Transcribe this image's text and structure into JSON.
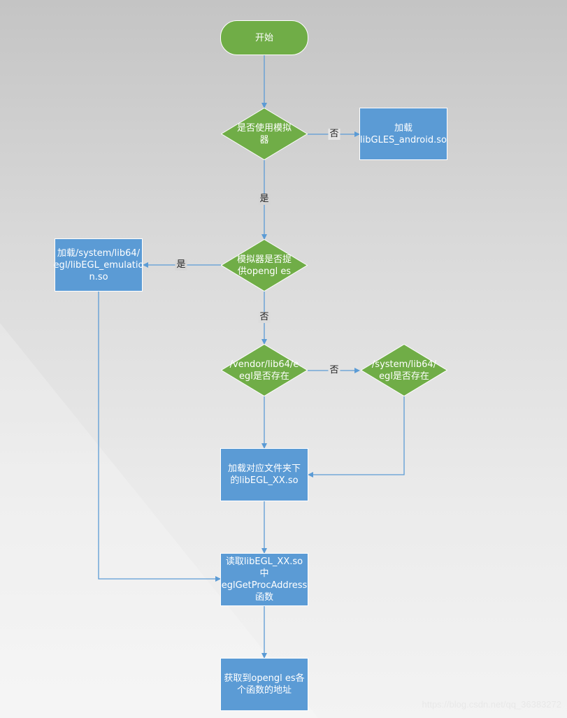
{
  "nodes": {
    "start": "开始",
    "q_emulator": "是否使用模拟\n器",
    "load_gles_android": "加载\nlibGLES_android.so",
    "q_emulator_provides_gles": "模拟器是否提\n供opengl es",
    "load_egl_emulation": "加载/system/lib64/\negl/libEGL_emulatio\nn.so",
    "q_vendor_egl_exists": "/vendor/lib64/e\negl是否存在",
    "q_system_egl_exists": "/system/lib64/\negl是否存在",
    "load_folder_egl": "加载对应文件夹下\n的libEGL_XX.so",
    "read_getprocaddress": "读取libEGL_XX.so中\neglGetProcAddress\n函数",
    "get_opengl_addresses": "获取到opengl es各\n个函数的地址"
  },
  "edges": {
    "emulator_no": "否",
    "emulator_yes": "是",
    "provides_yes": "是",
    "provides_no": "否",
    "vendor_no": "否"
  },
  "watermark": "https://blog.csdn.net/qq_36383272",
  "colors": {
    "process": "#5b9bd5",
    "decision": "#70ad47",
    "terminator": "#70ad47",
    "connector": "#5b9bd5"
  }
}
